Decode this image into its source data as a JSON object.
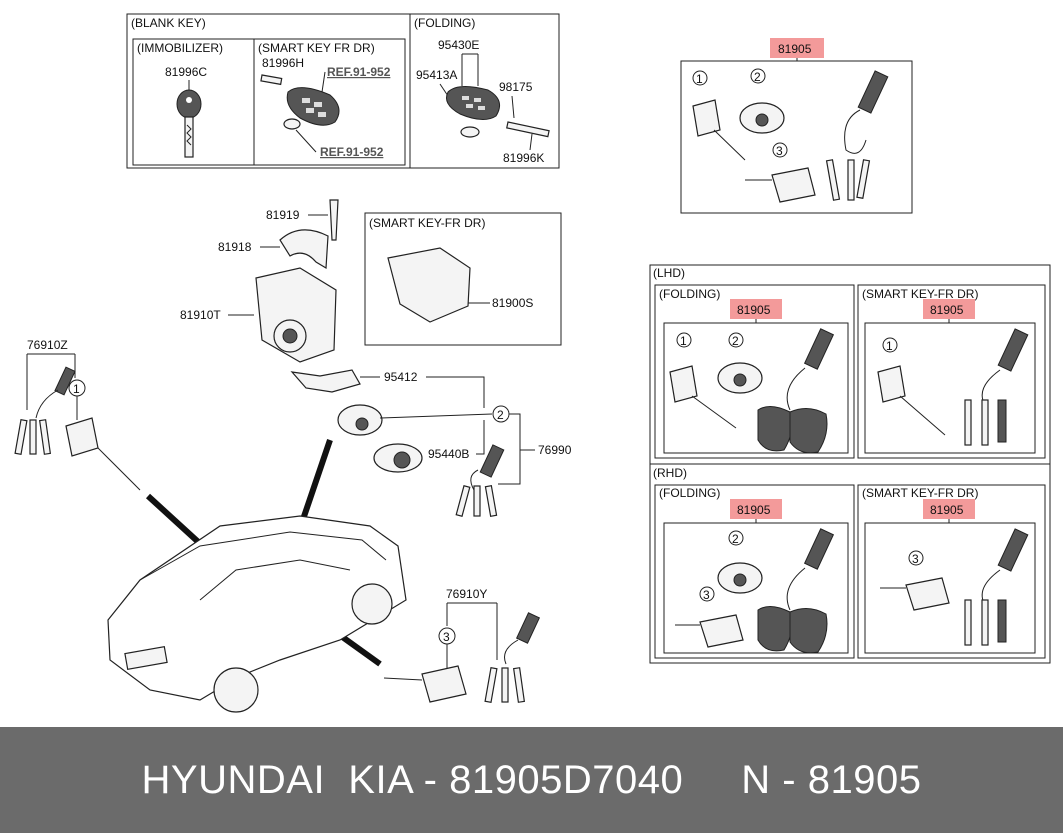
{
  "diagram": {
    "key_group": {
      "blank_key_title": "(BLANK KEY)",
      "immobilizer_title": "(IMMOBILIZER)",
      "smart_key_title": "(SMART KEY FR DR)",
      "folding_title": "(FOLDING)",
      "labels": {
        "p81996C": "81996C",
        "p81996H": "81996H",
        "ref1": "REF.91-952",
        "ref2": "REF.91-952",
        "p95430E": "95430E",
        "p95413A": "95413A",
        "p98175": "98175",
        "p81996K": "81996K"
      }
    },
    "lock_assembly": {
      "labels": {
        "p81919": "81919",
        "p81918": "81918",
        "p81910T": "81910T",
        "p95412": "95412",
        "p95440B": "95440B",
        "p76990": "76990",
        "p76910Z": "76910Z",
        "p76910Y": "76910Y",
        "p81900S": "81900S"
      },
      "smart_key_box_title": "(SMART KEY-FR DR)"
    },
    "set_81905": {
      "label": "81905",
      "lhd_title": "(LHD)",
      "rhd_title": "(RHD)",
      "folding_title": "(FOLDING)",
      "smart_key_title": "(SMART KEY-FR DR)"
    },
    "callouts": {
      "n1": "1",
      "n2": "2",
      "n3": "3"
    },
    "colors": {
      "highlight": "#f39a9a",
      "footer_bg": "#6b6b6b"
    }
  },
  "footer": {
    "text": "HYUNDAI  KIA - 81905D7040     N - 81905"
  }
}
